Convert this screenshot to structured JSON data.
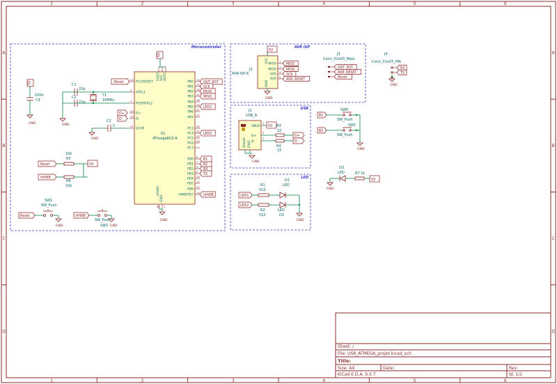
{
  "sheet_columns": [
    "1",
    "2",
    "3",
    "4",
    "5",
    "6"
  ],
  "sheet_rows": [
    "A",
    "B",
    "C",
    "D"
  ],
  "groups": {
    "micro": "Microcontroller",
    "isp": "AVR ISP",
    "usb": "USB",
    "led": "LED"
  },
  "mcu": {
    "ref": "U1",
    "value": "ATmega8U2-A",
    "left_pins": [
      {
        "num": "24",
        "name": "PC1/RESET"
      },
      {
        "num": "2",
        "name": "XTAL1"
      },
      {
        "num": "1",
        "name": "PC0/XTAL2"
      },
      {
        "num": "29",
        "name": "D+"
      },
      {
        "num": "30",
        "name": "D-"
      },
      {
        "num": "27",
        "name": "UCAP"
      }
    ],
    "right_pins": [
      {
        "num": "14",
        "name": "PB0"
      },
      {
        "num": "15",
        "name": "PB1"
      },
      {
        "num": "16",
        "name": "PB2"
      },
      {
        "num": "17",
        "name": "PB3"
      },
      {
        "num": "18",
        "name": "PB4"
      },
      {
        "num": "19",
        "name": "PB5"
      },
      {
        "num": "20",
        "name": "PB6"
      },
      {
        "num": "21",
        "name": "PB7"
      },
      {
        "num": "23",
        "name": "PC2"
      },
      {
        "num": "22",
        "name": "PC4"
      },
      {
        "num": "25",
        "name": "PC5"
      },
      {
        "num": "26",
        "name": "PC6"
      },
      {
        "num": "",
        "name": "PC7"
      },
      {
        "num": "6",
        "name": "PD0"
      },
      {
        "num": "7",
        "name": "PD1"
      },
      {
        "num": "8",
        "name": "PD2"
      },
      {
        "num": "9",
        "name": "PD3"
      },
      {
        "num": "10",
        "name": "PD4"
      },
      {
        "num": "11",
        "name": "PD5"
      },
      {
        "num": "12",
        "name": "PD6"
      },
      {
        "num": "13",
        "name": "HWB/PD7"
      }
    ],
    "top_pins": [
      "UVCC",
      "VCC",
      "AVCC"
    ],
    "bottom_pins": [
      "UGND",
      "GND"
    ],
    "bottom_pin_nums": [
      "28",
      "3"
    ]
  },
  "right_labels": [
    "OUT_RST",
    "SCK",
    "MOSI",
    "MISO",
    "LED1",
    "LED2",
    "RX",
    "B2",
    "B1",
    "TX",
    "nHWB"
  ],
  "power": {
    "five_v": "5V",
    "gnd": "GND"
  },
  "crystal": {
    "ref": "Y1",
    "value": "16MHz",
    "c1_ref": "C1",
    "c1_val": "22p",
    "c2_ref": "C2",
    "c2_val": "22p"
  },
  "ucap": {
    "ref": "C3",
    "value": "C"
  },
  "c4": {
    "ref": "C4",
    "value": "100n"
  },
  "dp_labels": [
    "D+",
    "D-"
  ],
  "reset_label": "Reset",
  "r5": {
    "ref": "R5",
    "value": "10k"
  },
  "r6": {
    "ref": "R6",
    "value": "10k"
  },
  "nhwb_label": "nHWB",
  "sw1": {
    "ref": "SW1",
    "value": "SW_Push"
  },
  "sw2": {
    "ref": "SW2",
    "value": "SW_Push"
  },
  "isp": {
    "ref": "J2",
    "value": "AVR-ISP-6",
    "pins": [
      "MISO",
      "MOSI",
      "SCK",
      "RST"
    ],
    "pin_nums": [
      "1",
      "4",
      "3",
      "5"
    ],
    "vcc": "VCC",
    "gnd_pin": "GND",
    "labels": [
      "MISO",
      "MOSI",
      "SCK",
      "AVR_RESET"
    ]
  },
  "j3": {
    "ref": "J3",
    "value": "Conn_01x03_Male",
    "labels": [
      "OUT_RST",
      "AVR_RESET",
      "Reset"
    ]
  },
  "j4": {
    "ref": "J4",
    "value": "Conn_01x03_PIN",
    "labels": [
      "RX",
      "TX"
    ]
  },
  "usb": {
    "ref": "J1",
    "value": "USB_A",
    "pins": [
      "VBUS",
      "D+",
      "D-",
      "GND"
    ],
    "pin_nums": [
      "1",
      "3",
      "2"
    ],
    "shield": "Shield",
    "r3": {
      "ref": "R3",
      "value": "22"
    },
    "r4": {
      "ref": "R4",
      "value": "22"
    },
    "labels": [
      "5V",
      "D+",
      "D-"
    ]
  },
  "buttons": {
    "b1": "B1",
    "b2": "B2",
    "sw_b1_ref": "SW0",
    "sw_b2_ref": "SW1",
    "sw_value": "SW_Push"
  },
  "leds": {
    "d1": {
      "ref": "D1",
      "value": "LED"
    },
    "d2": {
      "ref": "D2",
      "value": "LED"
    },
    "d3": {
      "ref": "D3",
      "value": "LED"
    },
    "r1": {
      "ref": "R1",
      "value": "510"
    },
    "r2": {
      "ref": "R2",
      "value": "510"
    },
    "r7": {
      "ref": "R7",
      "value": "1k"
    },
    "labels": [
      "LED1",
      "LED2"
    ]
  },
  "title_block": {
    "sheet": "Sheet: /",
    "file": "File: USB_ATMEGA_projet.kicad_sch",
    "title": "Title:",
    "size": "Size: A4",
    "date": "Date:",
    "rev": "Rev:",
    "tool": "KiCad E.D.A.  9.0.7",
    "id": "Id: 1/1"
  }
}
